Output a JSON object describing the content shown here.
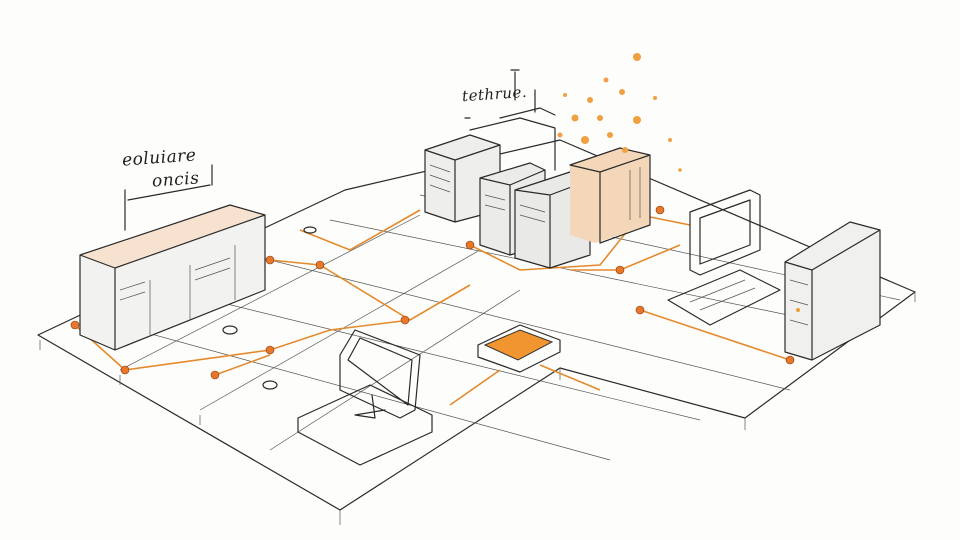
{
  "annotations": {
    "left_label_line1": "eoluiare",
    "left_label_line2": "oncis",
    "top_label": "tethrue."
  },
  "colors": {
    "accent": "#e8772a",
    "ink": "#2a2a2a",
    "paper": "#fdfdfc"
  }
}
